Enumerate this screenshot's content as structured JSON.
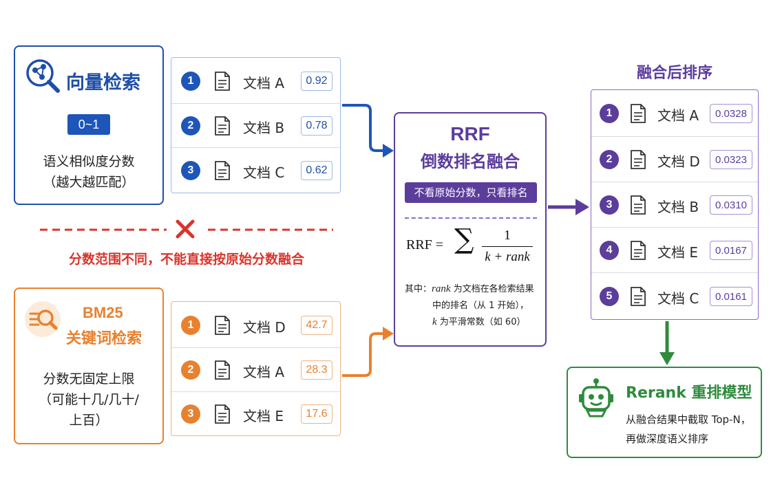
{
  "vector": {
    "title": "向量检索",
    "range_badge": "0~1",
    "desc_line1": "语义相似度分数",
    "desc_line2": "（越大越匹配）",
    "items": [
      {
        "rank": "1",
        "doc": "文档 A",
        "score": "0.92"
      },
      {
        "rank": "2",
        "doc": "文档 B",
        "score": "0.78"
      },
      {
        "rank": "3",
        "doc": "文档 C",
        "score": "0.62"
      }
    ]
  },
  "warning": {
    "text": "分数范围不同，不能直接按原始分数融合"
  },
  "bm25": {
    "title_line1": "BM25",
    "title_line2": "关键词检索",
    "desc_line1": "分数无固定上限",
    "desc_line2": "（可能十几/几十/",
    "desc_line3": "上百）",
    "items": [
      {
        "rank": "1",
        "doc": "文档 D",
        "score": "42.7"
      },
      {
        "rank": "2",
        "doc": "文档 A",
        "score": "28.3"
      },
      {
        "rank": "3",
        "doc": "文档 E",
        "score": "17.6"
      }
    ]
  },
  "rrf": {
    "title": "RRF",
    "subtitle": "倒数排名融合",
    "tag": "不看原始分数，只看排名",
    "formula_lhs": "RRF =",
    "formula_sum": "∑",
    "formula_num": "1",
    "formula_den": "k + rank",
    "note_line1_prefix": "其中：",
    "note_var_rank": "rank",
    "note_line1_suffix": " 为文档在各检索结果",
    "note_line2": "中的排名（从 1 开始），",
    "note_var_k": "k",
    "note_line3_suffix": " 为平滑常数（如 60）"
  },
  "fused": {
    "title": "融合后排序",
    "items": [
      {
        "rank": "1",
        "doc": "文档 A",
        "score": "0.0328"
      },
      {
        "rank": "2",
        "doc": "文档 D",
        "score": "0.0323"
      },
      {
        "rank": "3",
        "doc": "文档 B",
        "score": "0.0310"
      },
      {
        "rank": "4",
        "doc": "文档 E",
        "score": "0.0167"
      },
      {
        "rank": "5",
        "doc": "文档 C",
        "score": "0.0161"
      }
    ]
  },
  "rerank": {
    "title": "Rerank 重排模型",
    "desc_line1": "从融合结果中截取 Top-N，",
    "desc_line2": "再做深度语义排序"
  },
  "colors": {
    "blue": "#1e4fa8",
    "orange": "#e8812f",
    "purple": "#5b3d9c",
    "green": "#2e8b3c",
    "red": "#d9342b"
  }
}
